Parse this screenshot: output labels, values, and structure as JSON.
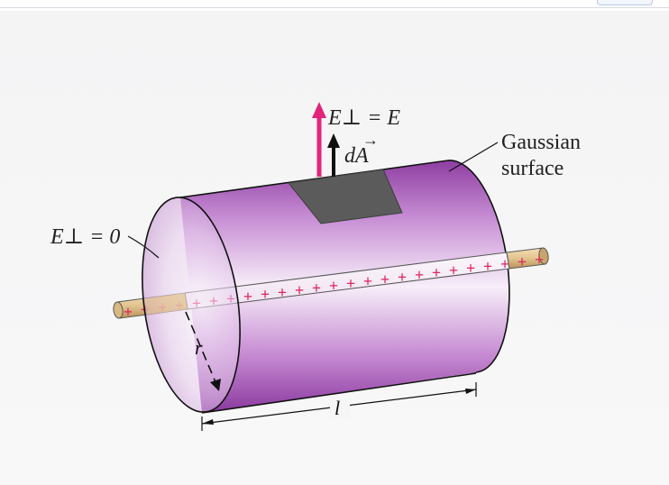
{
  "labels": {
    "e_perp_field": "E⊥ = E",
    "area_vector": "dA",
    "area_arrow_glyph": "→",
    "gaussian_surface_line1": "Gaussian",
    "gaussian_surface_line2": "surface",
    "e_perp_zero": "E⊥ = 0",
    "radius": "r",
    "length": "l"
  },
  "charge": {
    "sign": "+",
    "color": "#e0245e"
  },
  "colors": {
    "cylinder_dark": "#7a2f8c",
    "cylinder_light": "#f7eef9",
    "patch": "#5b5b5b",
    "field_arrow": "#e0257a",
    "area_arrow": "#111111",
    "rod": "#e2c48f"
  }
}
